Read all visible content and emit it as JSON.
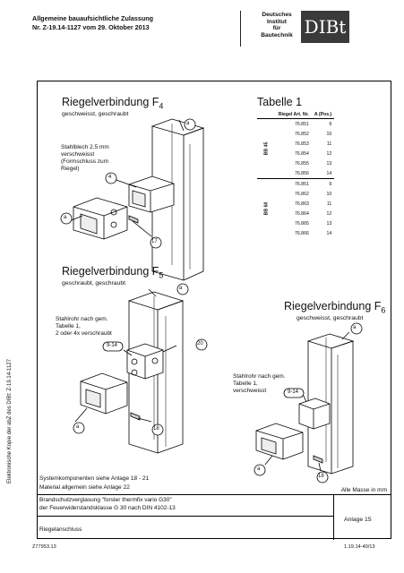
{
  "header": {
    "line1": "Allgemeine bauaufsichtliche Zulassung",
    "line2": "Nr. Z-19.14-1127 vom 29. Oktober 2013",
    "logo_text_1": "Deutsches",
    "logo_text_2": "Institut",
    "logo_text_3": "für",
    "logo_text_4": "Bautechnik",
    "logo_mark": "DIBt"
  },
  "side_note": "Elektronische Kopie der abZ des DIBt: Z-19.14-1127",
  "section_f4": {
    "title": "Riegelverbindung F",
    "title_sub": "4",
    "subtitle": "geschweisst, geschraubt",
    "note": [
      "Stahlblech 2.5 mm",
      "verschweisst",
      "(Formschluss zum",
      "Riegel)"
    ],
    "callouts": [
      "a",
      "4",
      "a",
      "17"
    ]
  },
  "table1": {
    "title": "Tabelle 1",
    "col1": "Riegel Art. Nr.",
    "col2": "A",
    "col2_unit": "(Pos.)",
    "groups": [
      {
        "name": "BB 45",
        "rows": [
          [
            "76.851",
            "9"
          ],
          [
            "76.852",
            "10"
          ],
          [
            "76.853",
            "11"
          ],
          [
            "76.854",
            "12"
          ],
          [
            "76.855",
            "13"
          ],
          [
            "76.856",
            "14"
          ]
        ]
      },
      {
        "name": "BB 60",
        "rows": [
          [
            "76.861",
            "9"
          ],
          [
            "76.862",
            "10"
          ],
          [
            "76.863",
            "11"
          ],
          [
            "76.864",
            "12"
          ],
          [
            "76.865",
            "13"
          ],
          [
            "76.866",
            "14"
          ]
        ]
      }
    ]
  },
  "section_f5": {
    "title": "Riegelverbindung F",
    "title_sub": "5",
    "subtitle": "geschraubt, geschraubt",
    "note": [
      "Stahlrohr nach gem.",
      "Tabelle 1,",
      "2 oder 4x verschraubt"
    ],
    "callouts": [
      "a",
      "9-14",
      "20",
      "a",
      "18"
    ]
  },
  "section_f6": {
    "title": "Riegelverbindung F",
    "title_sub": "6",
    "subtitle": "geschweisst, geschraubt",
    "note": [
      "Stahlrohr nach gem.",
      "Tabelle 1,",
      "verschweisst"
    ],
    "callouts": [
      "a",
      "9-14",
      "a",
      "18"
    ]
  },
  "footer": {
    "components": "Systemkomponenten siehe Anlage 18 - 21",
    "material": "Material allgemein siehe Anlage 22",
    "dimensions": "Alle Masse in mm",
    "product_1": "Brandschutzverglasung \"forster thermfix vario G30\"",
    "product_2": "der Feuerwiderstandsklasse G 30 nach DIN 4102-13",
    "anlage": "Anlage 15",
    "subject": "Riegelanschluss",
    "code_left": "Z77953.13",
    "code_right": "1.19.14-40/13"
  }
}
